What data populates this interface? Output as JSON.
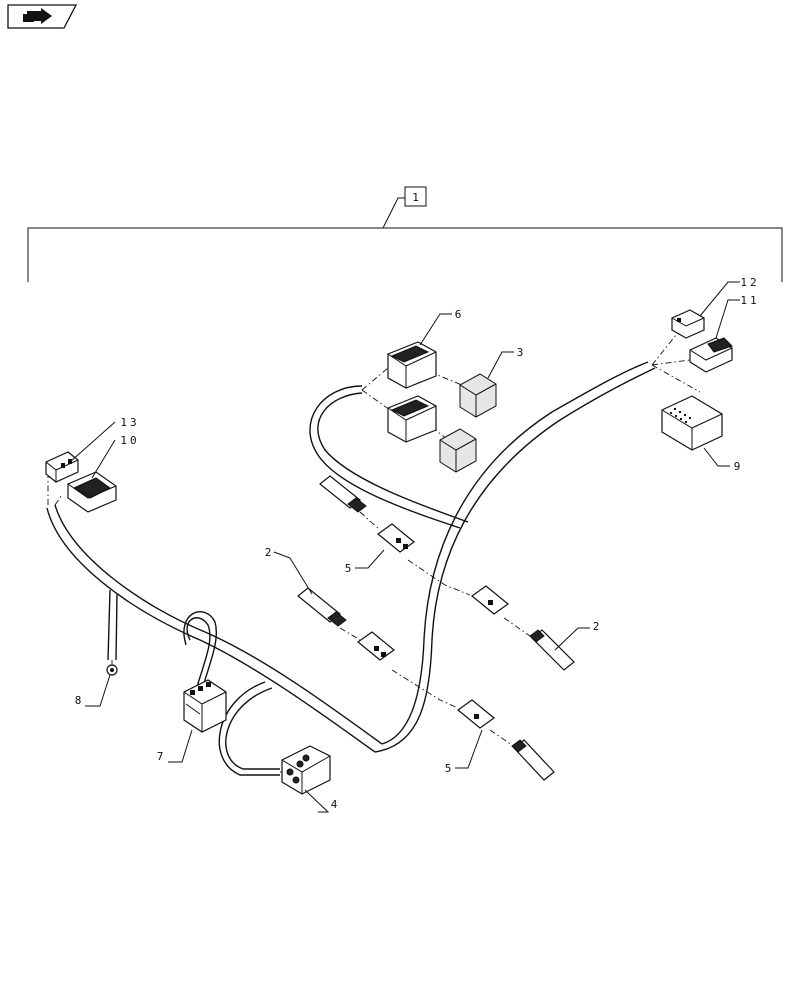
{
  "icon": {
    "name": "next-page-arrow-icon"
  },
  "callouts": [
    {
      "id": "c1",
      "text": "1",
      "boxed": true
    },
    {
      "id": "c2a",
      "text": "2"
    },
    {
      "id": "c2b",
      "text": "2"
    },
    {
      "id": "c3",
      "text": "3"
    },
    {
      "id": "c4",
      "text": "4"
    },
    {
      "id": "c5a",
      "text": "5"
    },
    {
      "id": "c5b",
      "text": "5"
    },
    {
      "id": "c6",
      "text": "6"
    },
    {
      "id": "c7",
      "text": "7"
    },
    {
      "id": "c8",
      "text": "8"
    },
    {
      "id": "c9",
      "text": "9"
    },
    {
      "id": "c10",
      "text": "10"
    },
    {
      "id": "c11",
      "text": "11"
    },
    {
      "id": "c12",
      "text": "12"
    },
    {
      "id": "c13",
      "text": "13"
    }
  ]
}
